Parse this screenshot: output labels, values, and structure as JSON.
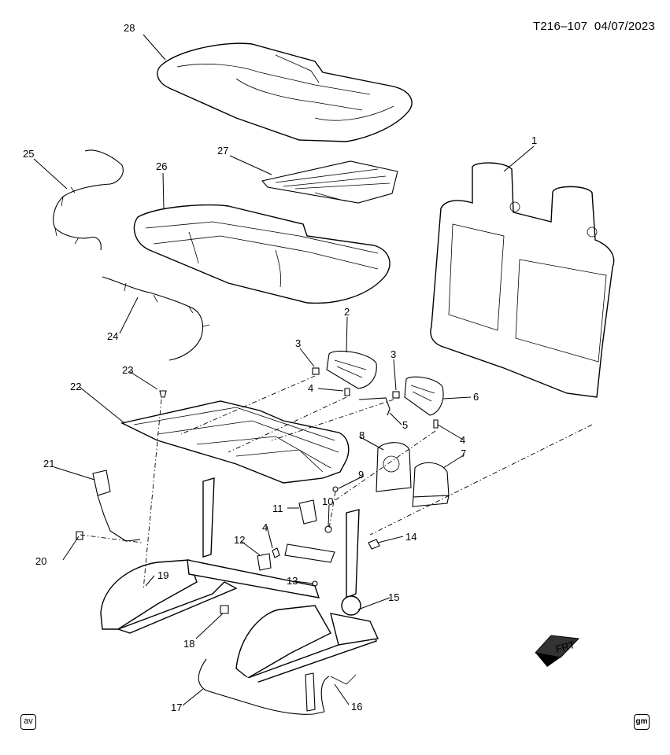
{
  "header": {
    "ref_code": "T216–107",
    "date": "04/07/2023"
  },
  "direction_label": "FRT",
  "badges": {
    "left": "av",
    "right": "gm"
  },
  "callouts": [
    "1",
    "2",
    "3",
    "3",
    "4",
    "4",
    "4",
    "5",
    "6",
    "7",
    "8",
    "9",
    "10",
    "11",
    "12",
    "13",
    "14",
    "15",
    "16",
    "17",
    "18",
    "19",
    "20",
    "21",
    "22",
    "23",
    "24",
    "25",
    "26",
    "27",
    "28"
  ]
}
